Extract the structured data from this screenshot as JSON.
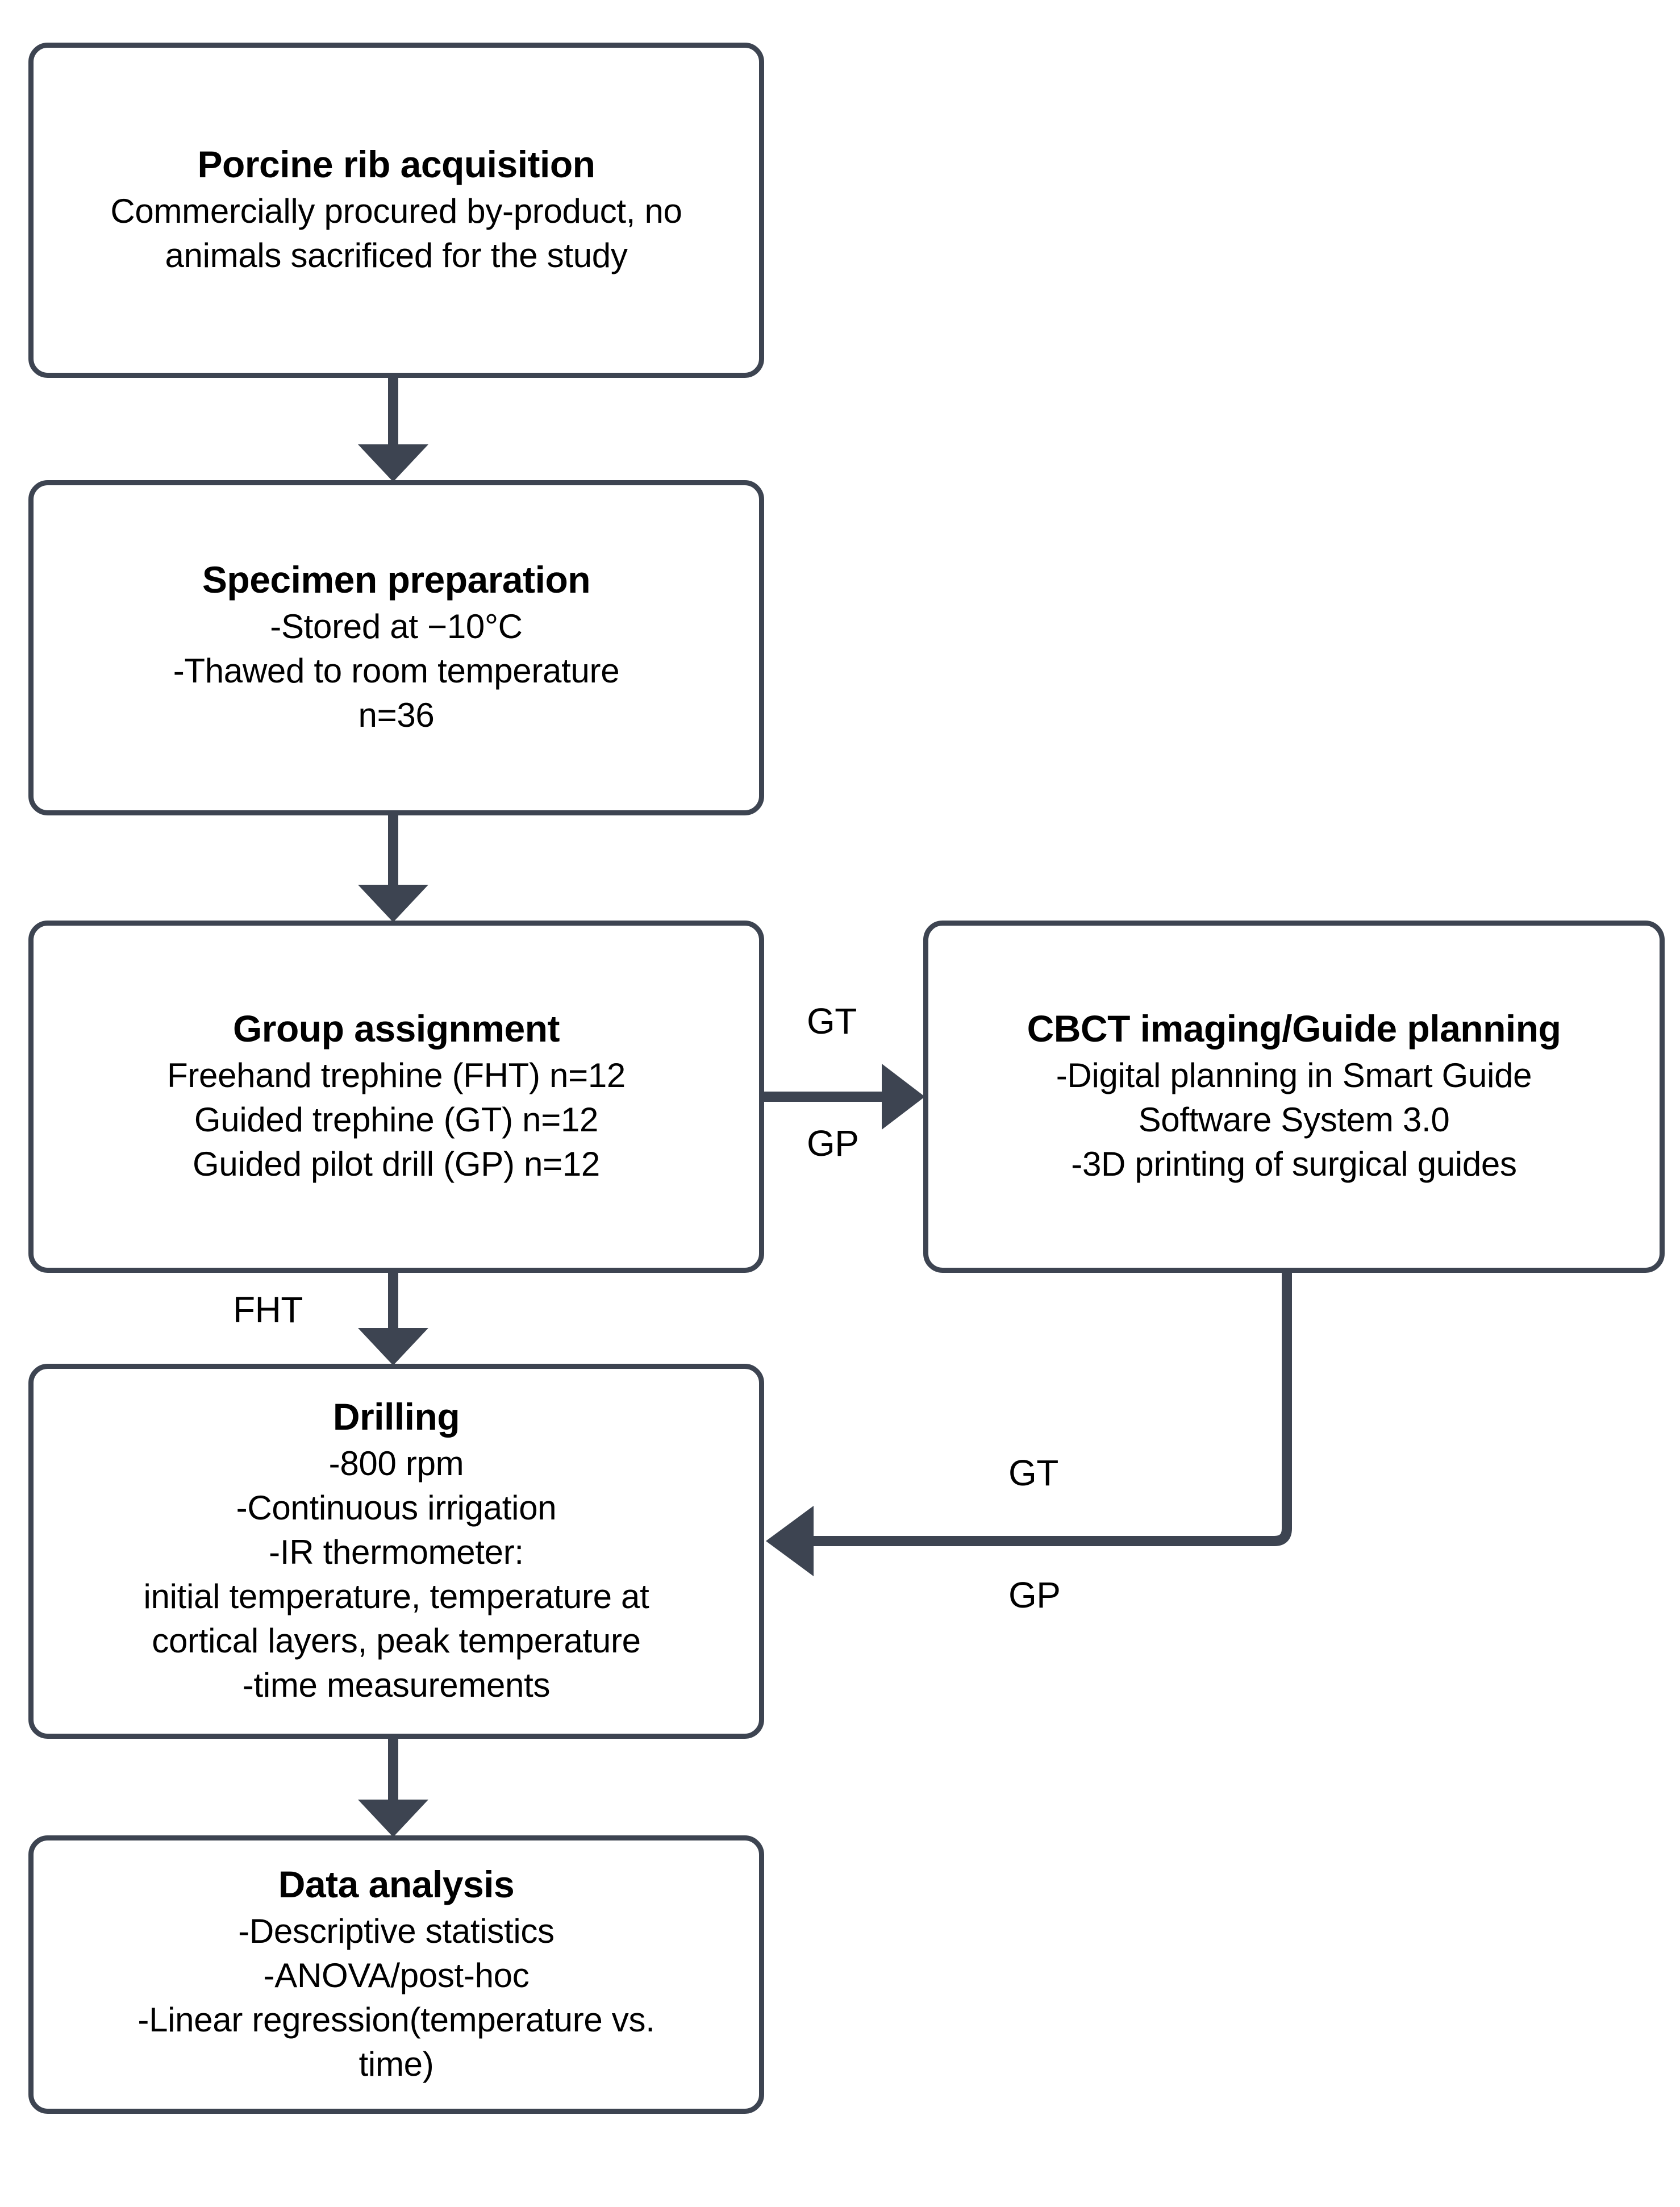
{
  "diagram": {
    "title": "Study workflow flowchart",
    "accent_color": "#3d4451",
    "text_color": "#000000",
    "background": "#ffffff"
  },
  "nodes": {
    "acquisition": {
      "title": "Porcine rib acquisition",
      "lines": [
        "Commercially procured by-product, no",
        "animals sacrificed for the study"
      ]
    },
    "specimen": {
      "title": "Specimen preparation",
      "lines": [
        "-Stored at −10°C",
        "-Thawed to room temperature",
        "n=36"
      ]
    },
    "group": {
      "title": "Group assignment",
      "lines": [
        "Freehand trephine (FHT) n=12",
        "Guided trephine (GT) n=12",
        "Guided pilot drill (GP) n=12"
      ]
    },
    "cbct": {
      "title": "CBCT imaging/Guide planning",
      "lines": [
        "-Digital planning in Smart Guide",
        "Software System 3.0",
        "-3D printing of surgical guides"
      ]
    },
    "drilling": {
      "title": "Drilling",
      "lines": [
        "-800 rpm",
        "-Continuous irrigation",
        "-IR thermometer:",
        "initial temperature, temperature at",
        "cortical layers, peak temperature",
        "-time measurements"
      ]
    },
    "analysis": {
      "title": "Data analysis",
      "lines": [
        "-Descriptive statistics",
        "-ANOVA/post-hoc",
        "-Linear regression(temperature vs.",
        "time)"
      ]
    }
  },
  "edge_labels": {
    "fht": "FHT",
    "gt_right": "GT",
    "gp_right": "GP",
    "gt_return": "GT",
    "gp_return": "GP"
  }
}
